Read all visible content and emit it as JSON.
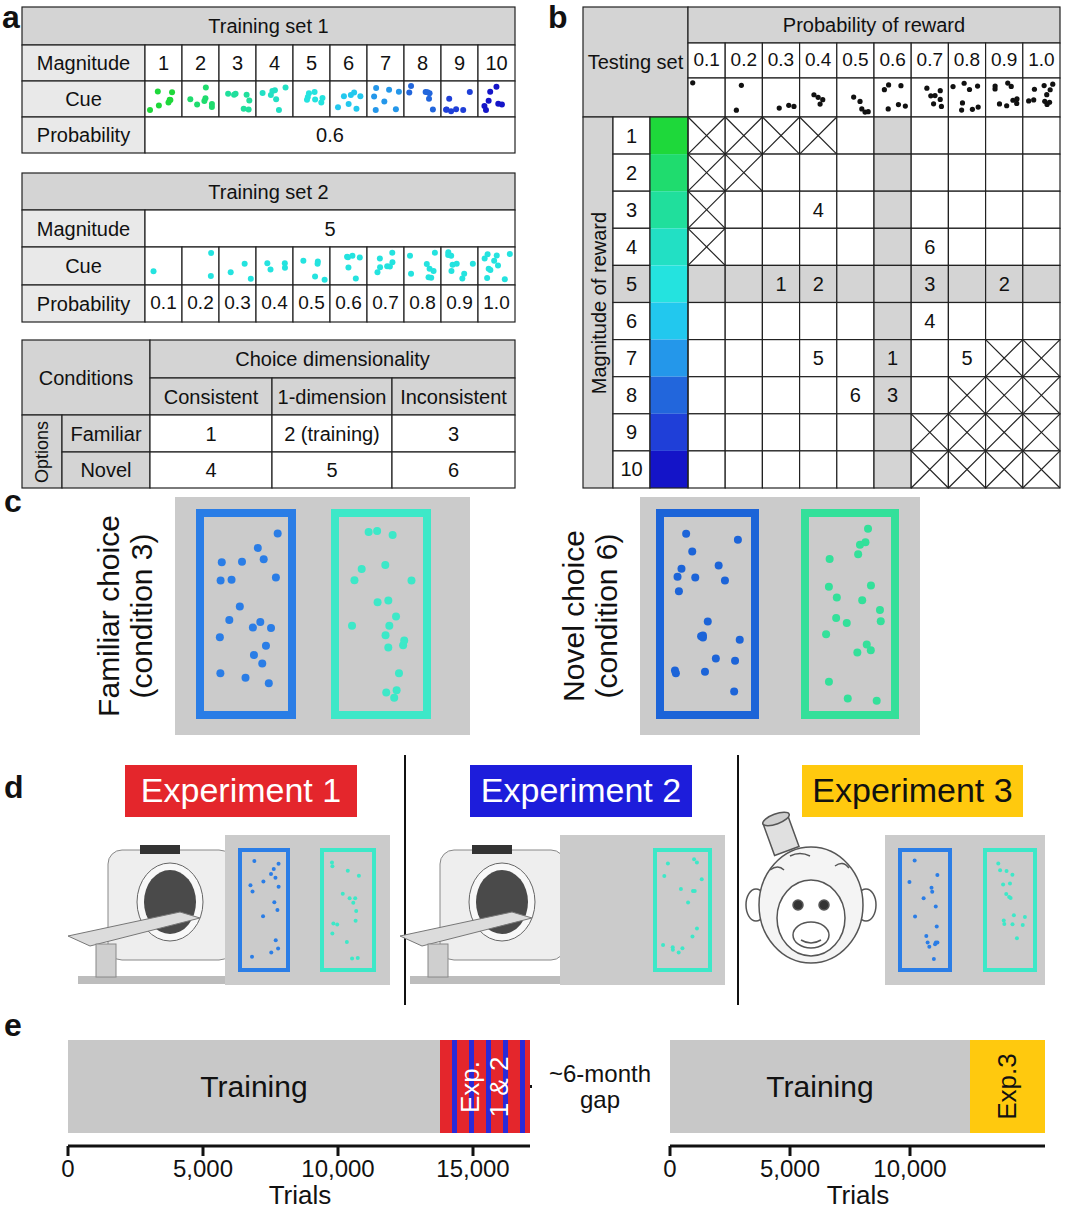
{
  "diagram": {
    "nodes": [
      {
        "text": [
          "Familiar choice (condition 3)"
        ]
      },
      {
        "text": [
          "Novel choice (condition 6)"
        ]
      },
      {
        "text": [
          "Experiment 1"
        ]
      },
      {
        "text": [
          "Experiment 2"
        ]
      },
      {
        "text": [
          "Experiment 3"
        ]
      },
      {
        "text": [
          "Training"
        ]
      },
      {
        "text": [
          "Exp. 1 & 2"
        ]
      },
      {
        "text": [
          "Training"
        ]
      },
      {
        "text": [
          "Exp.3"
        ]
      }
    ],
    "edges": [
      {
        "from": 6,
        "to": 7,
        "arrow": "none",
        "label": "~6-month gap"
      }
    ],
    "labels": [
      "a",
      "Training set 1",
      "Magnitude",
      "1",
      "2",
      "3",
      "4",
      "5",
      "6",
      "7",
      "8",
      "9",
      "10",
      "Cue",
      "Probability",
      "0.6",
      "Training set 2",
      "Magnitude",
      "5",
      "Cue",
      "Probability",
      "0.1",
      "0.2",
      "0.3",
      "0.4",
      "0.5",
      "0.6",
      "0.7",
      "0.8",
      "0.9",
      "1.0",
      "Conditions",
      "Choice dimensionality",
      "Consistent",
      "1-dimension",
      "Inconsistent",
      "Options",
      "Familiar",
      "1",
      "2 (training)",
      "3",
      "Novel",
      "4",
      "5",
      "6",
      "b",
      "Testing set",
      "Probability of reward",
      "0.1",
      "0.2",
      "0.3",
      "0.4",
      "0.5",
      "0.6",
      "0.7",
      "0.8",
      "0.9",
      "1.0",
      "Magnitude of reward",
      "1",
      "2",
      "3",
      "4",
      "4",
      "6",
      "5",
      "1",
      "2",
      "3",
      "2",
      "6",
      "4",
      "7",
      "5",
      "1",
      "5",
      "8",
      "6",
      "3",
      "9",
      "10",
      "c",
      "d",
      "e",
      "0",
      "5,000",
      "10,000",
      "15,000",
      "Trials",
      "0",
      "5,000",
      "10,000",
      "Trials"
    ]
  }
}
